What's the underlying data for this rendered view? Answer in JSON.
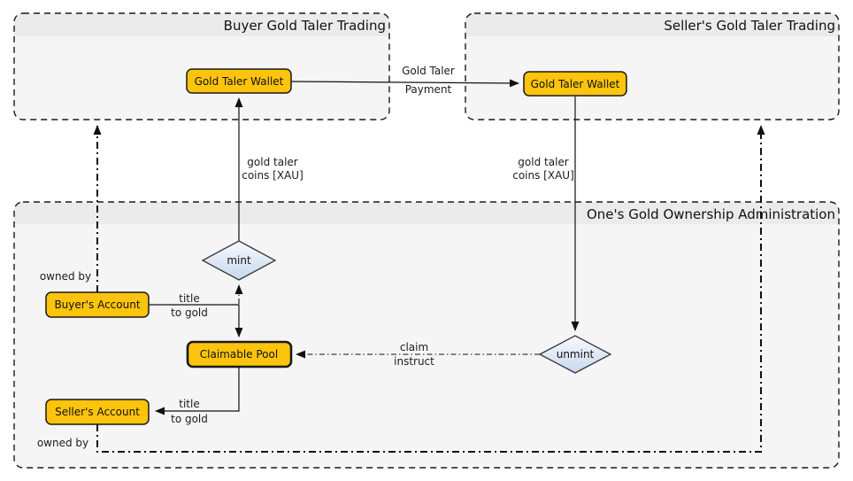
{
  "diagram": {
    "type": "flowchart",
    "containers": {
      "buyer": {
        "title": "Buyer Gold Taler Trading"
      },
      "seller": {
        "title": "Seller's Gold Taler Trading"
      },
      "admin": {
        "title": "One's Gold Ownership Administration"
      }
    },
    "nodes": {
      "buyer_wallet": {
        "label": "Gold Taler Wallet",
        "shape": "rounded-rect"
      },
      "seller_wallet": {
        "label": "Gold Taler Wallet",
        "shape": "rounded-rect"
      },
      "mint": {
        "label": "mint",
        "shape": "diamond"
      },
      "unmint": {
        "label": "unmint",
        "shape": "diamond"
      },
      "buyers_account": {
        "label": "Buyer's Account",
        "shape": "rounded-rect"
      },
      "claimable_pool": {
        "label": "Claimable Pool",
        "shape": "rounded-rect"
      },
      "sellers_account": {
        "label": "Seller's Account",
        "shape": "rounded-rect"
      }
    },
    "edges": {
      "payment": {
        "from": "buyer_wallet",
        "to": "seller_wallet",
        "style": "solid",
        "line1": "Gold Taler",
        "line2": "Payment"
      },
      "mint_coins": {
        "from": "mint",
        "to": "buyer_wallet",
        "style": "solid",
        "line1": "gold taler",
        "line2": "coins [XAU]"
      },
      "unmint_coins": {
        "from": "seller_wallet",
        "to": "unmint",
        "style": "solid",
        "line1": "gold taler",
        "line2": "coins [XAU]"
      },
      "buyer_owned_by": {
        "from": "buyers_account",
        "to": "buyer",
        "style": "dash-dot",
        "label": "owned by"
      },
      "buyer_title": {
        "from": "buyers_account",
        "to": "claimable_pool",
        "style": "solid",
        "line1": "title",
        "line2": "to gold"
      },
      "mint_instruct": {
        "from": "buyer_title",
        "to": "mint",
        "style": "dash-dot"
      },
      "claim_instruct": {
        "from": "unmint",
        "to": "claimable_pool",
        "style": "dash-dot",
        "line1": "claim",
        "line2": "instruct"
      },
      "seller_title": {
        "from": "claimable_pool",
        "to": "sellers_account",
        "style": "solid",
        "line1": "title",
        "line2": "to gold"
      },
      "seller_owned_by": {
        "from": "sellers_account",
        "to": "seller",
        "style": "dash-dot",
        "label": "owned by"
      }
    },
    "colors": {
      "node_fill": "#FCC40D",
      "node_border": "#1a1a1a",
      "diamond_top": "#F7FAFD",
      "diamond_bottom": "#C8D8EC",
      "container_body": "#F5F5F5",
      "container_header": "#EBEBEB",
      "container_border": "#1a1a1a",
      "line": "#111111",
      "text": "#111111",
      "background": "#FFFFFF"
    }
  }
}
